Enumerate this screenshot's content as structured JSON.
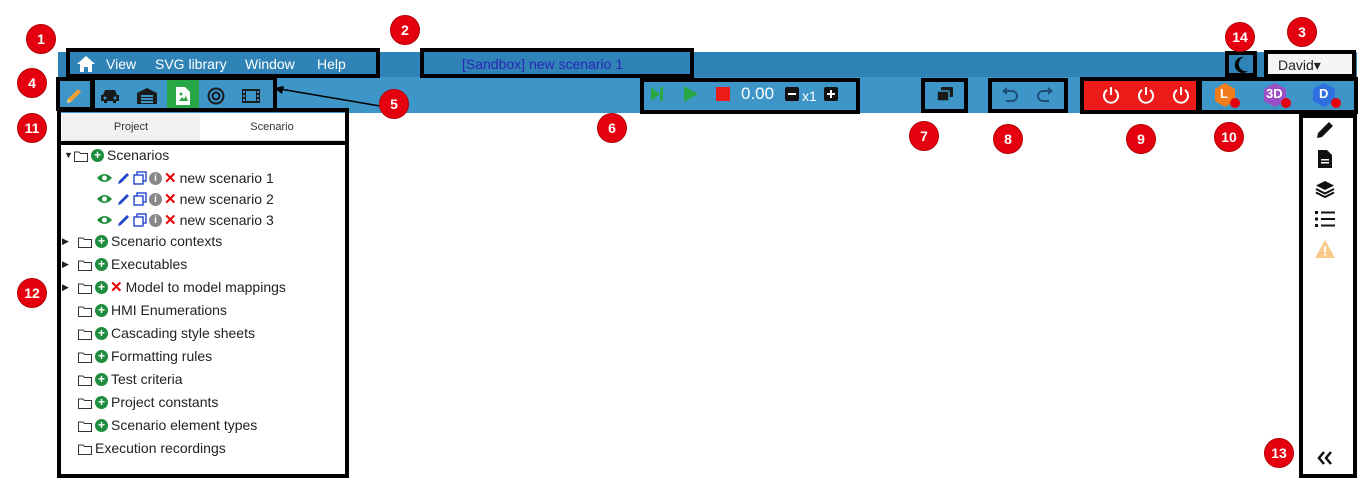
{
  "menu": {
    "home_icon": "home-icon",
    "items": [
      "View",
      "SVG library",
      "Window",
      "Help"
    ],
    "title": "[Sandbox] new scenario 1",
    "user": "David▾",
    "theme_icon": "moon-icon"
  },
  "toolbar": {
    "edit_icon": "pencil-icon",
    "mode_icons": [
      "car-icon",
      "garage-icon",
      "document-image-icon",
      "target-icon",
      "film-icon"
    ],
    "sim": {
      "time": "0.00",
      "speed": "x1"
    },
    "power_icons": [
      "power-icon",
      "power-icon",
      "power-icon"
    ],
    "avatars": [
      {
        "label": "L",
        "color": "#f07d1a"
      },
      {
        "label": "3D",
        "color": "#9b4fc4"
      },
      {
        "label": "D",
        "color": "#2f6fe0"
      }
    ]
  },
  "panel": {
    "tabs": [
      "Project",
      "Scenario"
    ],
    "tree": {
      "scenarios": "Scenarios",
      "scenario_items": [
        "new scenario 1",
        "new scenario 2",
        "new scenario 3"
      ],
      "folders": [
        "Scenario contexts",
        "Executables",
        "Model to model mappings",
        "HMI Enumerations",
        "Cascading style sheets",
        "Formatting rules",
        "Test criteria",
        "Project constants",
        "Scenario element types",
        "Execution recordings"
      ]
    }
  },
  "sidebar": {
    "icons": [
      "pencil-icon",
      "document-icon",
      "layers-icon",
      "list-icon",
      "warning-icon"
    ],
    "collapse_icon": "double-chevron-left-icon"
  },
  "annotations": [
    "1",
    "2",
    "3",
    "4",
    "5",
    "6",
    "7",
    "8",
    "9",
    "10",
    "11",
    "12",
    "13",
    "14"
  ],
  "colors": {
    "menubar": "#2f83b6",
    "toolbar": "#3d95c8",
    "active_mode": "#28a745",
    "power": "#ee1b1b",
    "badge": "#e4000f"
  }
}
